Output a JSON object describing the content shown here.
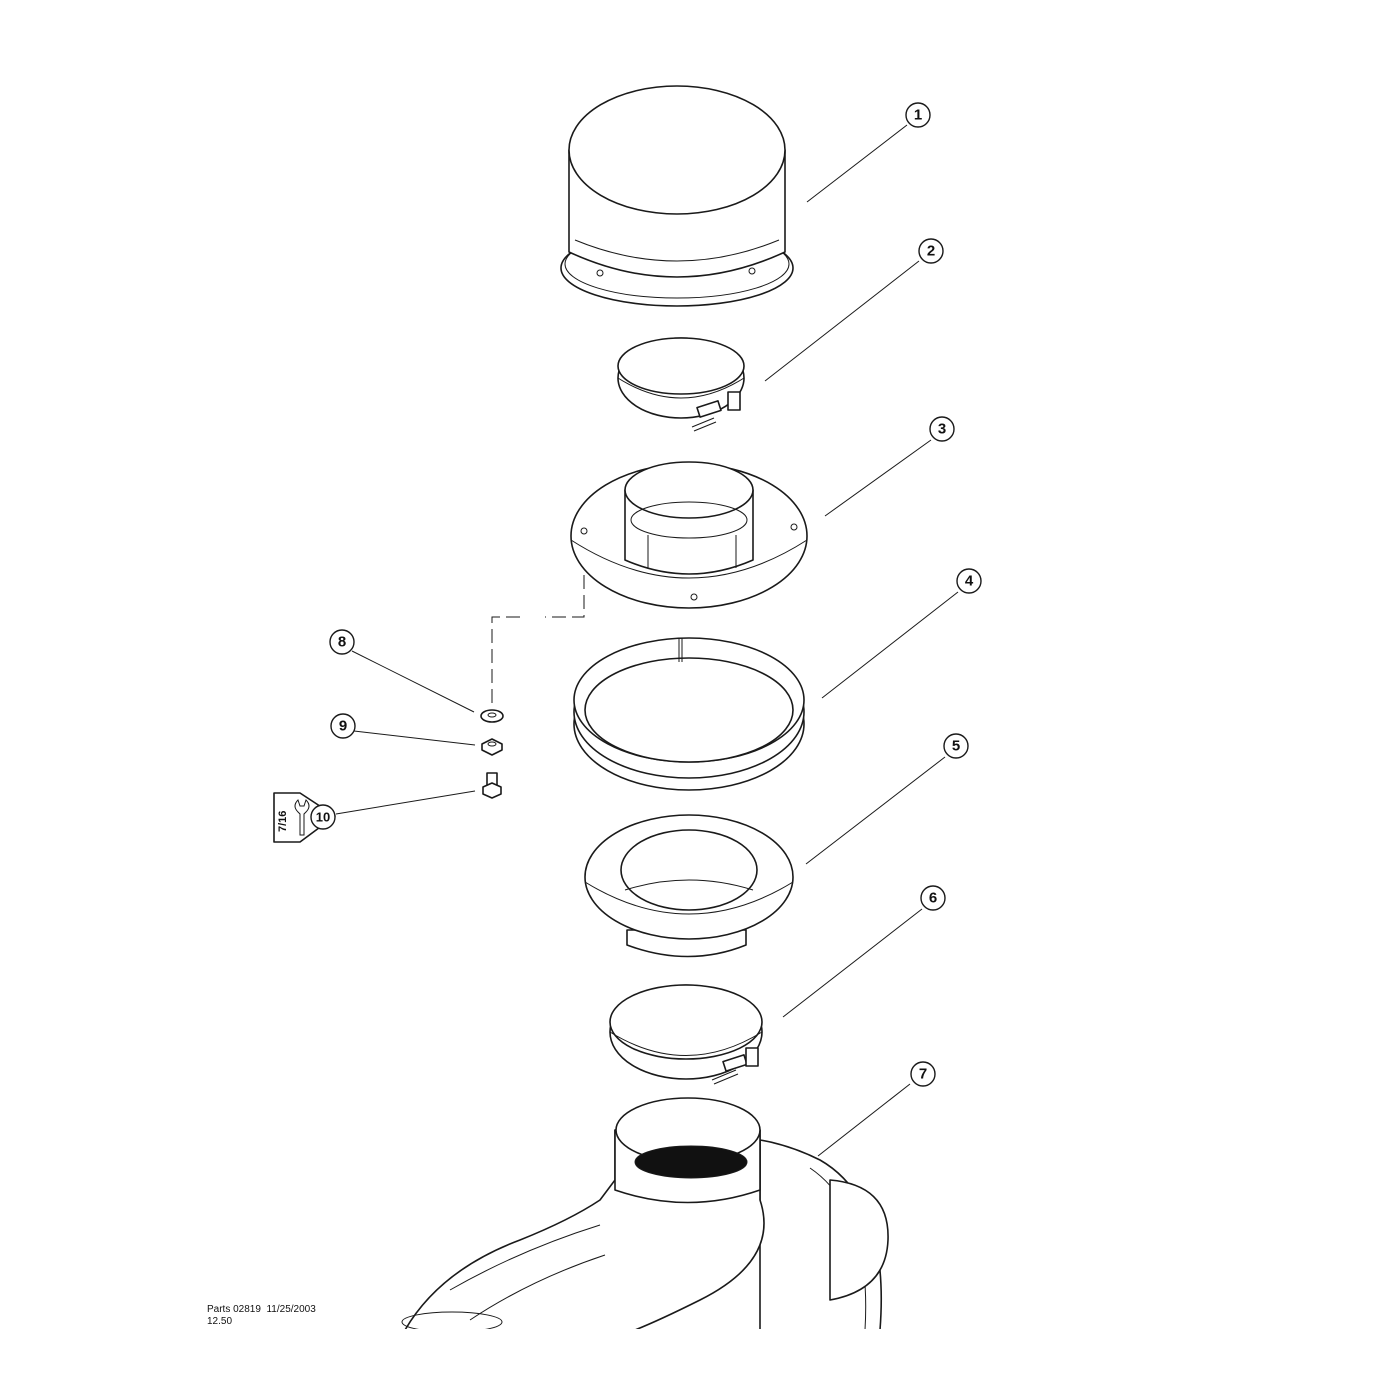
{
  "diagram": {
    "callouts": [
      {
        "id": "1",
        "part": "cap"
      },
      {
        "id": "2",
        "part": "clamp-upper"
      },
      {
        "id": "3",
        "part": "flange-adapter"
      },
      {
        "id": "4",
        "part": "seal-ring"
      },
      {
        "id": "5",
        "part": "reducer-flange"
      },
      {
        "id": "6",
        "part": "clamp-lower"
      },
      {
        "id": "7",
        "part": "air-cleaner-housing"
      },
      {
        "id": "8",
        "part": "washer"
      },
      {
        "id": "9",
        "part": "nut"
      },
      {
        "id": "10",
        "part": "bolt"
      }
    ],
    "tool_size": "7/16",
    "tool_icon": "wrench-icon"
  },
  "footer": {
    "line1": "Parts 02819  11/25/2003",
    "line2": "12.50"
  }
}
